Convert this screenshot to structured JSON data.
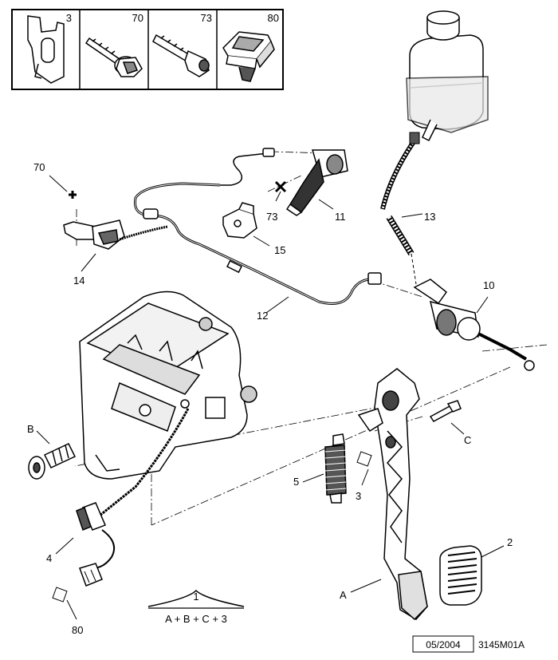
{
  "parts_box": {
    "items": [
      {
        "number": "3",
        "icon": "clip-icon"
      },
      {
        "number": "70",
        "icon": "flange-bolt-icon"
      },
      {
        "number": "73",
        "icon": "socket-cap-screw-icon"
      },
      {
        "number": "80",
        "icon": "connector-plug-icon"
      }
    ]
  },
  "callouts": {
    "p70": "70",
    "p73": "73",
    "p11": "11",
    "p13": "13",
    "p14": "14",
    "p15": "15",
    "p12": "12",
    "p10": "10",
    "pB": "B",
    "pC": "C",
    "p5": "5",
    "p3": "3",
    "p2": "2",
    "pA": "A",
    "p4": "4",
    "p80": "80"
  },
  "kit": {
    "number": "1",
    "formula": "A + B + C + 3"
  },
  "footer": {
    "date": "05/2004",
    "reference": "3145M01A"
  }
}
